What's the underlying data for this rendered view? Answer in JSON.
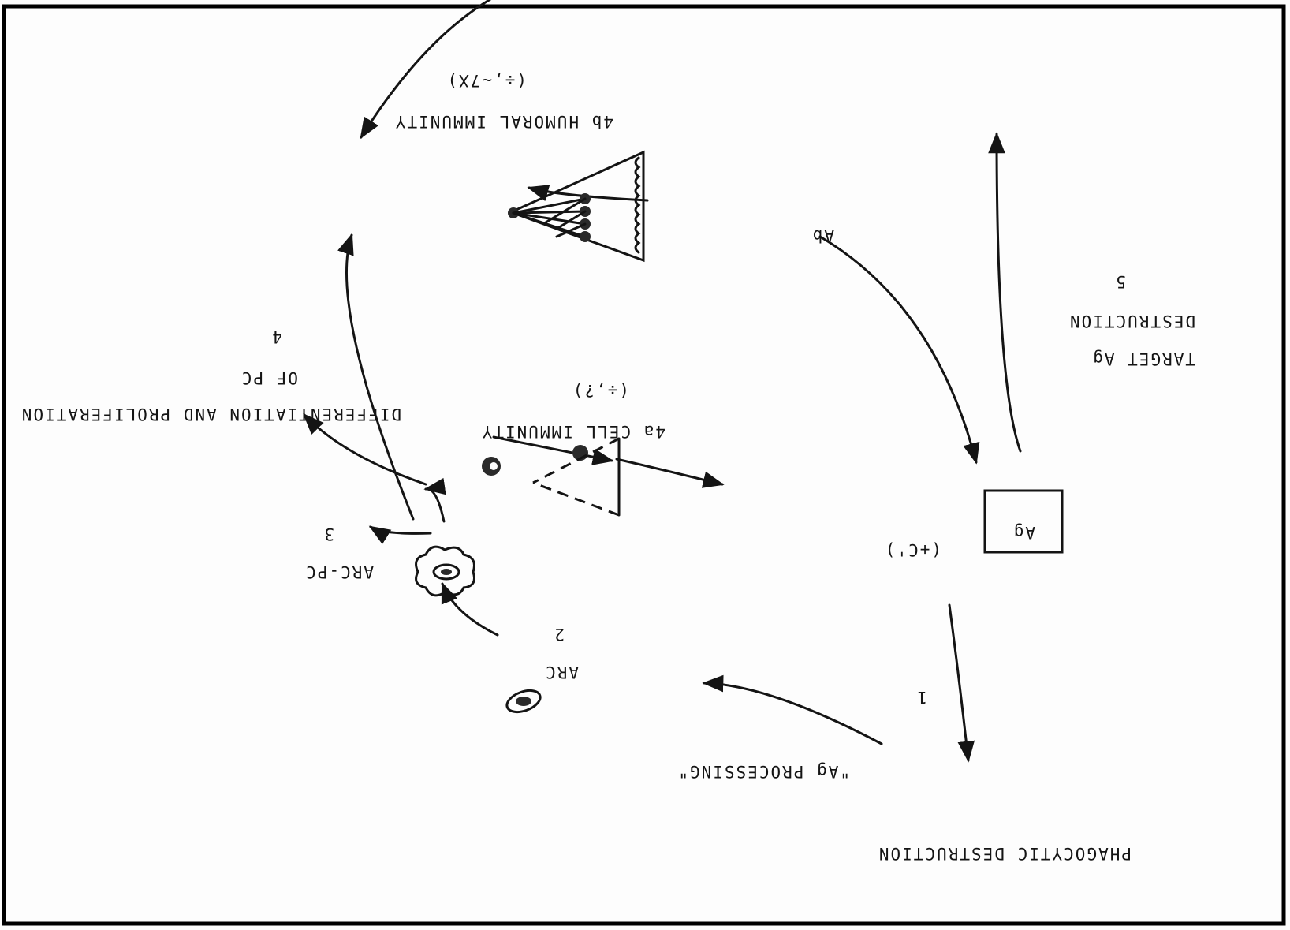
{
  "labels": {
    "humoral": "4b HUMORAL IMMUNITY",
    "humoral_sign": "(÷,~7X)",
    "ab": "Ab",
    "target": "TARGET Ag",
    "destruction": "DESTRUCTION",
    "step5": "5",
    "diff1": "DIFFERENTIATION AND PROLIFERATION",
    "diff2": "OF PC",
    "step4": "4",
    "cell": "4a CELL IMMUNITY",
    "cell_sign": "(÷,?)",
    "arcpc": "ARC-PC",
    "step3": "3",
    "complement": "(+C')",
    "ag": "Ag",
    "arc": "ARC",
    "step2": "2",
    "step1": "1",
    "processing": "\"Ag PROCESSING\"",
    "phago": "PHAGOCYTIC DESTRUCTION"
  },
  "colors": {
    "ink": "#141414",
    "paper": "#fdfdfd",
    "border": "#000000"
  }
}
